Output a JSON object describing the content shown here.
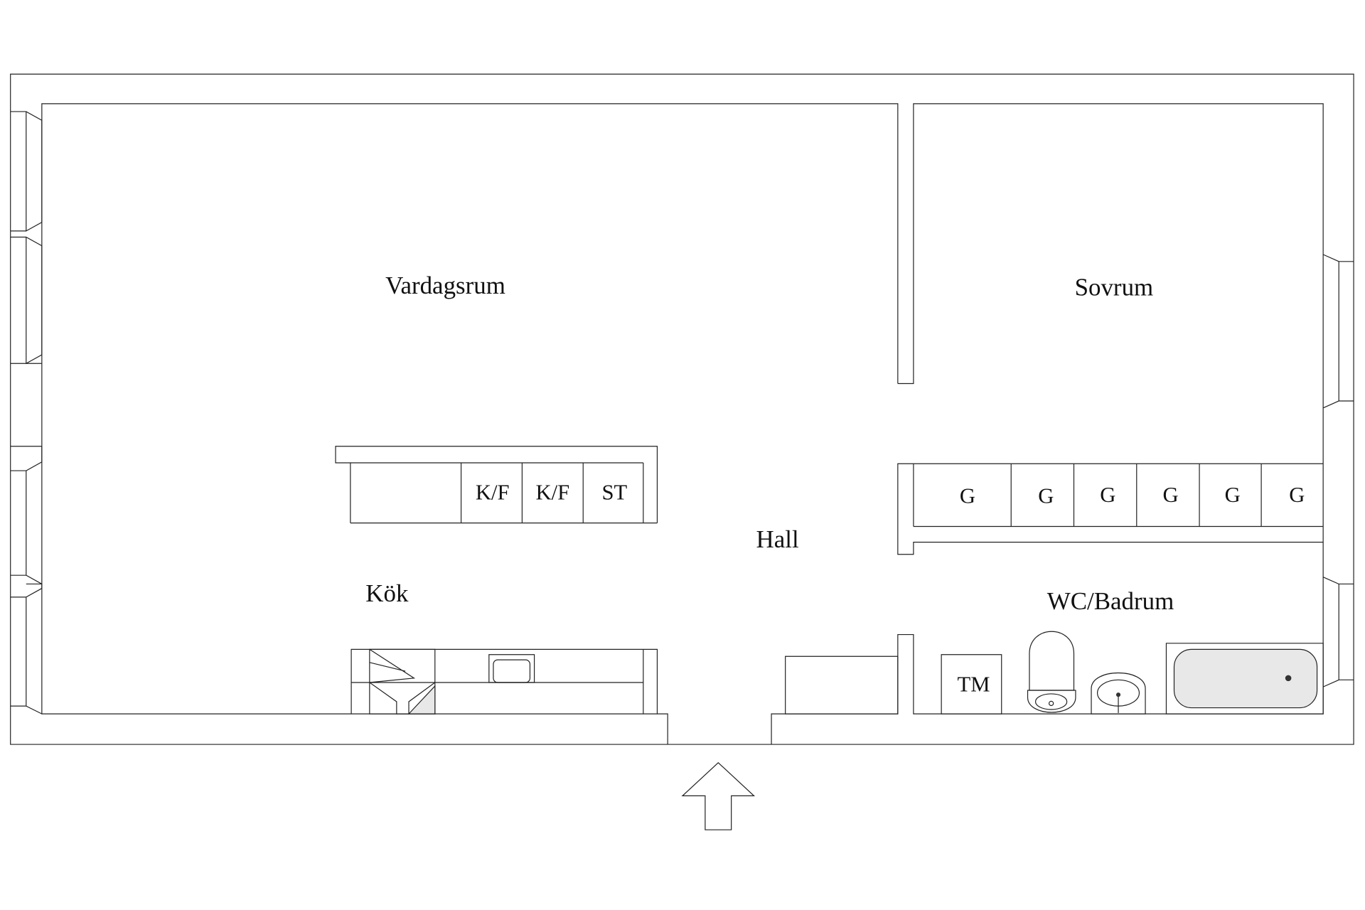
{
  "rooms": {
    "living_room": "Vardagsrum",
    "bedroom": "Sovrum",
    "hall": "Hall",
    "kitchen": "Kök",
    "bathroom": "WC/Badrum"
  },
  "kitchen_appliances": [
    "K/F",
    "K/F",
    "ST"
  ],
  "wardrobes": [
    "G",
    "G",
    "G",
    "G",
    "G",
    "G"
  ],
  "washing_machine": "TM"
}
